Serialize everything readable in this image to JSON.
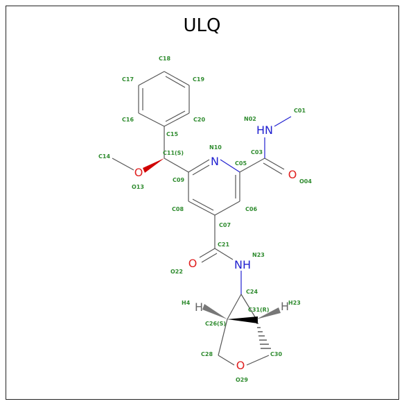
{
  "title": "ULQ",
  "atoms": {
    "N10": "N",
    "N02": "HN",
    "N23": "NH",
    "O04": "O",
    "O13": "O",
    "O22": "O",
    "O29": "O",
    "H4": "H",
    "H23": "H"
  },
  "labels": {
    "C01": "C01",
    "N02": "N02",
    "C03": "C03",
    "O04": "O04",
    "C05": "C05",
    "C06": "C06",
    "C07": "C07",
    "C08": "C08",
    "C09": "C09",
    "N10": "N10",
    "C11": "C11(S)",
    "O13": "O13",
    "C14": "C14",
    "C15": "C15",
    "C16": "C16",
    "C17": "C17",
    "C18": "C18",
    "C19": "C19",
    "C20": "C20",
    "C21": "C21",
    "O22": "O22",
    "N23": "N23",
    "C24": "C24",
    "C26": "C26(S)",
    "C28": "C28",
    "O29": "O29",
    "C30": "C30",
    "C31": "C31(R)",
    "H4": "H4",
    "H23": "H23"
  }
}
